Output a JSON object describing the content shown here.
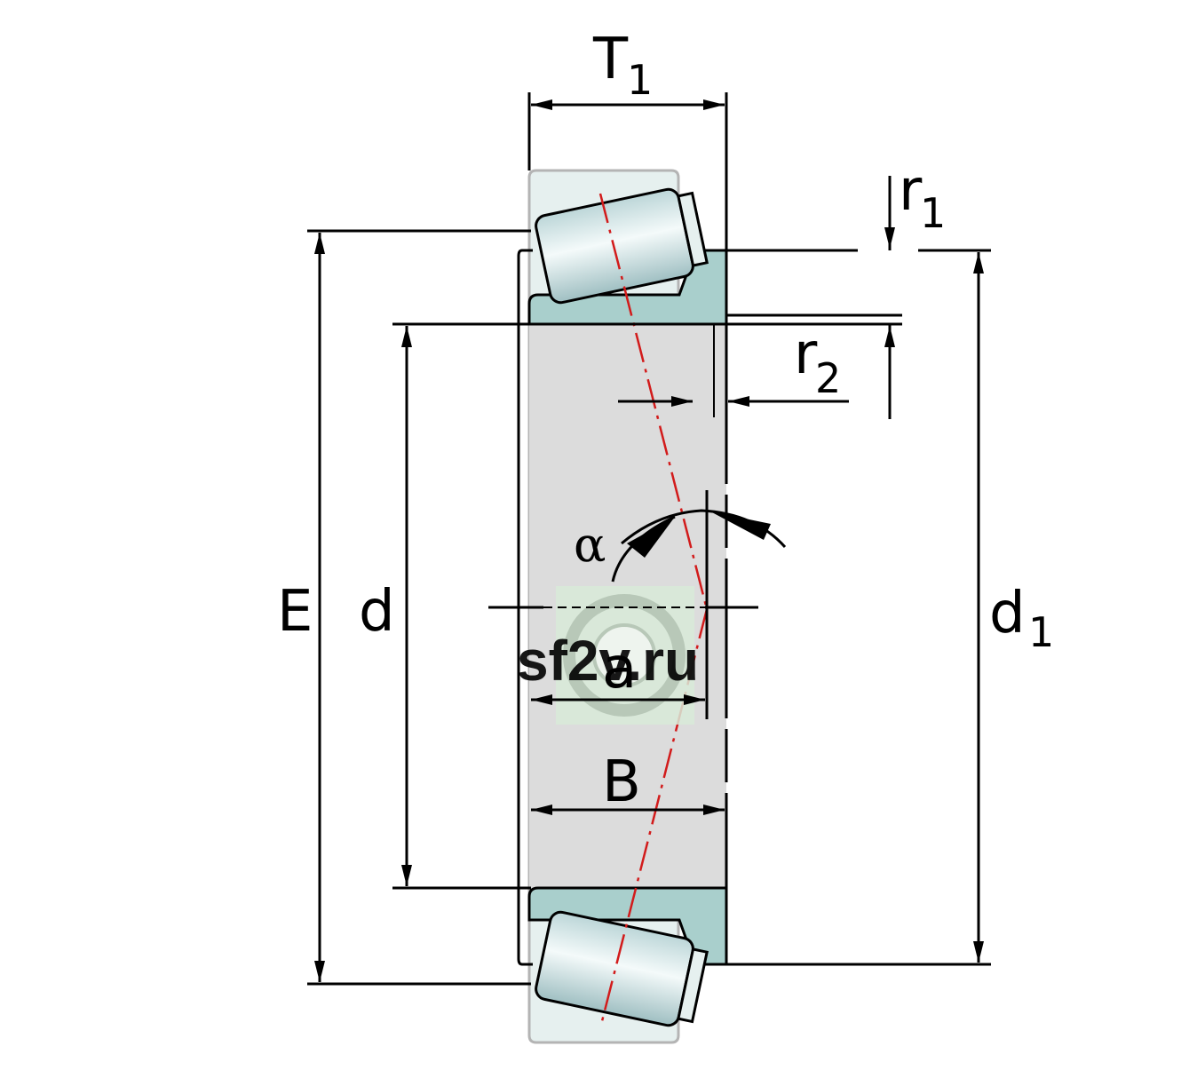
{
  "labels": {
    "T": "T",
    "T_sub": "1",
    "r1": "r",
    "r1_sub": "1",
    "r2": "r",
    "r2_sub": "2",
    "E": "E",
    "d": "d",
    "d1": "d",
    "d1_sub": "1",
    "alpha": "α",
    "a": "a",
    "B": "B"
  },
  "watermark": {
    "text": "sf2v.ru"
  },
  "colors": {
    "outline": "#000000",
    "cup_fill": "#e6f0ef",
    "cone_fill": "#a9cfcc",
    "bore_fill": "#dcdcdc",
    "roller_light": "#f2f8f8",
    "roller_dark": "#a8c6c8",
    "center_line": "#d21b1b",
    "watermark_text": "#4a7fd0",
    "watermark_bg": "#d8ead8"
  }
}
